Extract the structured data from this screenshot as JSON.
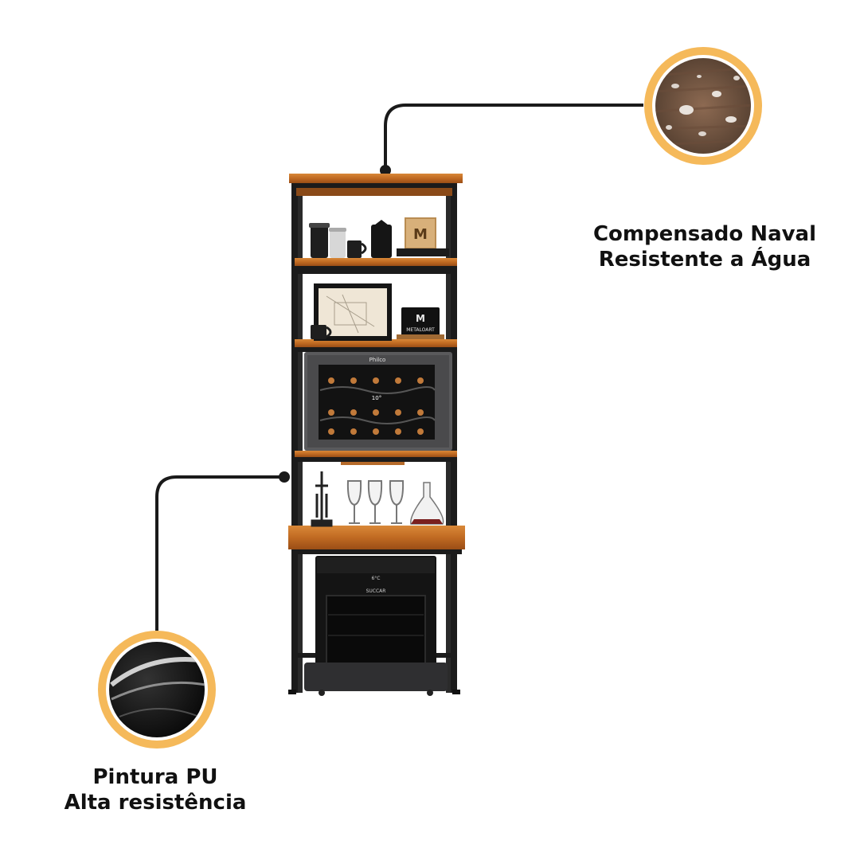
{
  "features": {
    "wood": {
      "line1": "Compensado Naval",
      "line2": "Resistente a Água",
      "icon": "water-drops-wood-icon"
    },
    "paint": {
      "line1": "Pintura PU",
      "line2": "Alta resistência",
      "icon": "glossy-black-paint-icon"
    }
  },
  "product": {
    "brand_box": "METALOART",
    "wine_cooler_brand": "Philco",
    "wine_cooler_temp": "10°",
    "beverage_cooler_brand": "SUCCAR",
    "beverage_cooler_temp": "6°C"
  },
  "colors": {
    "accent_ring": "#F5B95A",
    "wood": "#C8742A",
    "frame": "#1b1b1b",
    "callout_line": "#1a1a1a"
  }
}
